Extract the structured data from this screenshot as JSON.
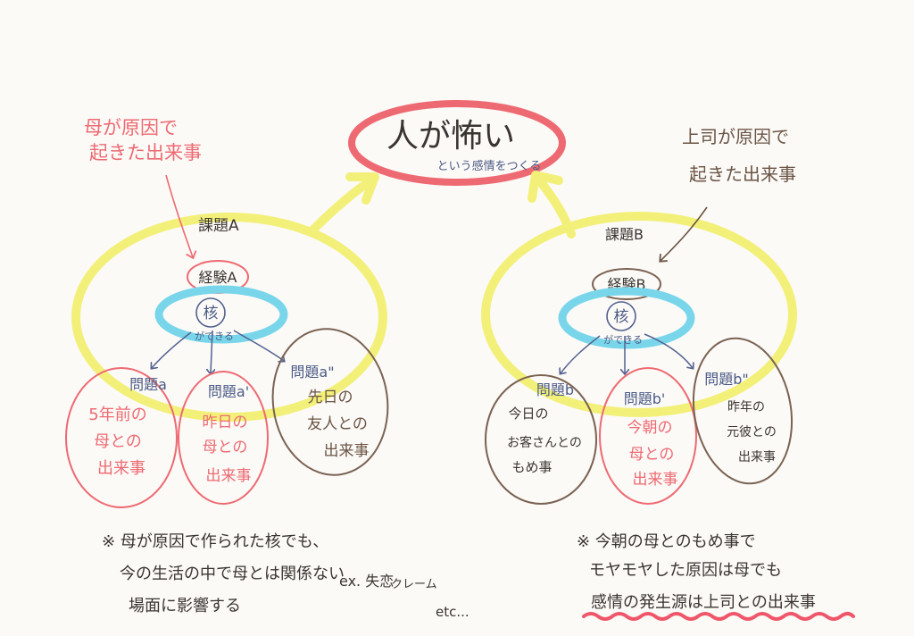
{
  "colors": {
    "pink": "#ee6a72",
    "brown": "#7a6252",
    "yellow": "#f3f07a",
    "cyan": "#79d6ea",
    "slate": "#53618f",
    "ink": "#3b3531",
    "wave": "#f0566a"
  },
  "title": {
    "main": "人が怖い",
    "sub": "という感情をつくる"
  },
  "left": {
    "cause_line1": "母が原因で",
    "cause_line2": "起きた出来事",
    "task": "課題A",
    "experience": "経験A",
    "core": "核",
    "core_caption": "ができる",
    "problems": [
      {
        "label": "問題a",
        "line1": "5年前の",
        "line2": "母との",
        "line3": "出来事"
      },
      {
        "label": "問題a'",
        "line1": "昨日の",
        "line2": "母との",
        "line3": "出来事"
      },
      {
        "label": "問題a\"",
        "line1": "先日の",
        "line2": "友人との",
        "line3": "出来事"
      }
    ],
    "note_line1": "※ 母が原因で作られた核でも、",
    "note_line2": "今の生活の中で母とは関係ない",
    "note_line3": "場面に影響する",
    "ex_line1": "ex. 失恋",
    "ex_line2": "クレーム",
    "ex_line3": "etc..."
  },
  "right": {
    "cause_line1": "上司が原因で",
    "cause_line2": "起きた出来事",
    "task": "課題B",
    "experience": "経験B",
    "core": "核",
    "core_caption": "ができる",
    "problems": [
      {
        "label": "問題b",
        "line1": "今日の",
        "line2": "お客さんとの",
        "line3": "もめ事"
      },
      {
        "label": "問題b'",
        "line1": "今朝の",
        "line2": "母との",
        "line3": "出来事"
      },
      {
        "label": "問題b\"",
        "line1": "昨年の",
        "line2": "元彼との",
        "line3": "出来事"
      }
    ],
    "note_line1": "※ 今朝の母とのもめ事で",
    "note_line2": "モヤモヤした原因は母でも",
    "note_line3": "感情の発生源は上司との出来事"
  }
}
